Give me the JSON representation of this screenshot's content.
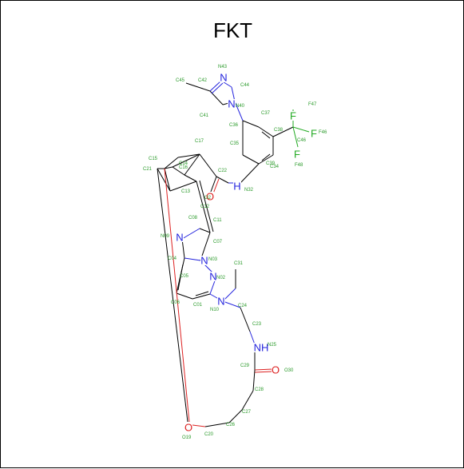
{
  "title": "FKT",
  "colors": {
    "carbon": "#000000",
    "nitrogen": "#2222dd",
    "oxygen": "#dd2222",
    "fluorine": "#22aa22",
    "label": "#2a9a2a"
  },
  "atom_labels": [
    "N43",
    "C42",
    "C44",
    "C45",
    "N40",
    "C41",
    "F47",
    "C37",
    "C38",
    "F46",
    "C36",
    "C35",
    "C46",
    "C34",
    "C39",
    "F48",
    "C17",
    "C15",
    "C14",
    "C16",
    "C21",
    "C22",
    "N32",
    "C13",
    "O2",
    "C12",
    "C11",
    "C08",
    "N09",
    "C07",
    "C04",
    "N03",
    "C05",
    "N02",
    "C31",
    "C06",
    "C01",
    "N10",
    "C24",
    "C23",
    "N25",
    "C29",
    "O30",
    "C28",
    "C27",
    "C26",
    "O19",
    "C20"
  ],
  "element_symbols": [
    {
      "id": "n43",
      "sym": "N",
      "el": "nitrogen"
    },
    {
      "id": "n40",
      "sym": "N",
      "el": "nitrogen"
    },
    {
      "id": "f47",
      "sym": "F",
      "el": "fluorine"
    },
    {
      "id": "f46",
      "sym": "F",
      "el": "fluorine"
    },
    {
      "id": "f48",
      "sym": "F",
      "el": "fluorine"
    },
    {
      "id": "n32",
      "sym": "H",
      "el": "nitrogen"
    },
    {
      "id": "o2",
      "sym": "O",
      "el": "oxygen"
    },
    {
      "id": "n09",
      "sym": "N",
      "el": "nitrogen"
    },
    {
      "id": "n03",
      "sym": "N",
      "el": "nitrogen"
    },
    {
      "id": "n02",
      "sym": "N",
      "el": "nitrogen"
    },
    {
      "id": "n10",
      "sym": "N",
      "el": "nitrogen"
    },
    {
      "id": "n25",
      "sym": "NH",
      "el": "nitrogen"
    },
    {
      "id": "o30",
      "sym": "O",
      "el": "oxygen"
    },
    {
      "id": "o19",
      "sym": "O",
      "el": "oxygen"
    }
  ]
}
